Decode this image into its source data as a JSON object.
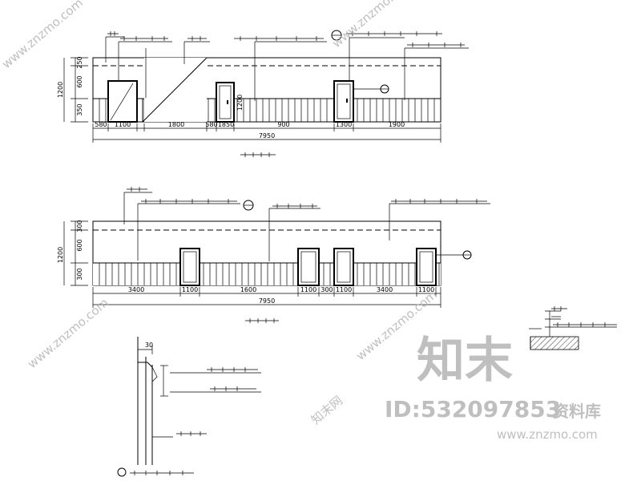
{
  "elevation_a": {
    "dims_bottom": [
      "580",
      "1100",
      "1800",
      "580",
      "1850",
      "900",
      "1300",
      "1900"
    ],
    "dims_left": [
      "250",
      "600",
      "350"
    ],
    "total_width": "7950",
    "dim_1200": "1200"
  },
  "elevation_b": {
    "dims_bottom": [
      "3400",
      "1100",
      "1600",
      "1100",
      "300",
      "1100",
      "3400",
      "1100"
    ],
    "dims_left": [
      "300",
      "600",
      "300"
    ],
    "total_width": "7950",
    "dim_1200": "1200"
  },
  "detail": {
    "dim_top": "30"
  },
  "watermark": {
    "brand_cn": "知末",
    "id_text": "ID:532097853",
    "library_cn": "资料库",
    "url": "www.znzmo.com",
    "repeat_text": "www.znzmo.com",
    "logo_cn": "知末网"
  }
}
